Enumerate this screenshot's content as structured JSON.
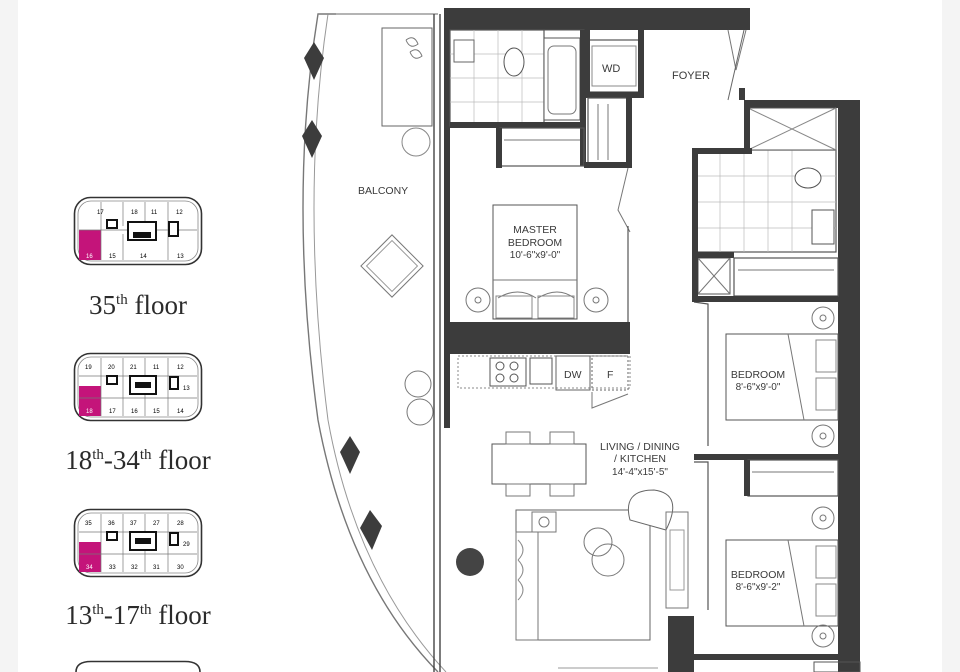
{
  "key_plans": [
    {
      "caption": {
        "num1": "35",
        "sup1": "th",
        "mid": "",
        "num2": "",
        "sup2": "",
        "tail": " floor"
      },
      "highlight": "16",
      "units": {
        "top1": "17",
        "top2": "18",
        "top3": "11",
        "top4": "12",
        "right": "",
        "b1": "16",
        "b2": "15",
        "b3": "14",
        "b4": "13"
      }
    },
    {
      "caption": {
        "num1": "18",
        "sup1": "th",
        "mid": "-",
        "num2": "34",
        "sup2": "th",
        "tail": " floor"
      },
      "highlight": "18",
      "units": {
        "top1": "19",
        "top2": "20",
        "top3": "21",
        "top4": "11",
        "top5": "12",
        "right": "13",
        "b1": "18",
        "b2": "17",
        "b3": "16",
        "b4": "15",
        "b5": "14"
      }
    },
    {
      "caption": {
        "num1": "13",
        "sup1": "th",
        "mid": "-",
        "num2": "17",
        "sup2": "th",
        "tail": " floor"
      },
      "highlight": "34",
      "units": {
        "top1": "35",
        "top2": "36",
        "top3": "37",
        "top4": "27",
        "top5": "28",
        "right": "29",
        "b1": "34",
        "b2": "33",
        "b3": "32",
        "b4": "31",
        "b5": "30"
      }
    }
  ],
  "floor_plan": {
    "balcony_label": "BALCONY",
    "foyer_label": "FOYER",
    "wd_label": "WD",
    "dw_label": "DW",
    "f_label": "F",
    "master_bedroom": {
      "name_line1": "MASTER",
      "name_line2": "BEDROOM",
      "size": "10'-6\"x9'-0\""
    },
    "bedroom_1": {
      "name": "BEDROOM",
      "size": "8'-6\"x9'-0\""
    },
    "bedroom_2": {
      "name": "BEDROOM",
      "size": "8'-6\"x9'-2\""
    },
    "living": {
      "line1": "LIVING / DINING",
      "line2": "/ KITCHEN",
      "size": "14'-4\"x15'-5\""
    }
  },
  "colors": {
    "highlight": "#c4147a",
    "wall": "#3c3c3c",
    "line": "#555555"
  }
}
